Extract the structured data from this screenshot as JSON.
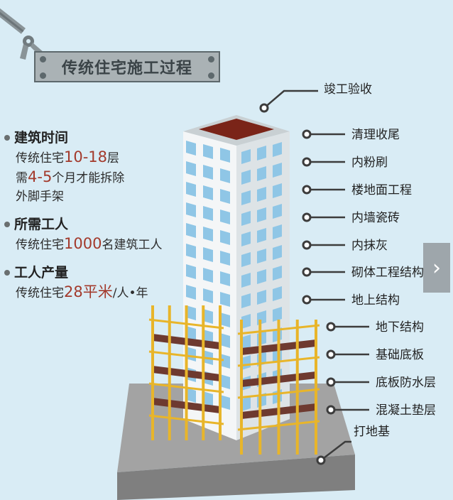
{
  "banner": {
    "title": "传统住宅施工过程"
  },
  "left_info": {
    "time": {
      "heading": "建筑时间",
      "line1_prefix": "传统住宅",
      "line1_value": "10-18",
      "line1_suffix": "层",
      "line2_prefix": "需",
      "line2_value": "4-5",
      "line2_suffix": "个月才能拆除",
      "line3": "外脚手架"
    },
    "workers": {
      "heading": "所需工人",
      "line_prefix": "传统住宅",
      "line_value": "1000",
      "line_suffix": "名建筑工人"
    },
    "output": {
      "heading": "工人产量",
      "line_prefix": "传统住宅",
      "line_value": "28平米",
      "line_suffix": "/人•年"
    }
  },
  "steps": [
    "竣工验收",
    "清理收尾",
    "内粉刷",
    "楼地面工程",
    "内墙瓷砖",
    "内抹灰",
    "砌体工程结构",
    "地上结构",
    "地下结构",
    "基础底板",
    "底板防水层",
    "混凝土垫层",
    "打地基"
  ],
  "colors": {
    "background": "#d9ecf5",
    "highlight": "#a33a2c",
    "scaffold": "#e8b52a",
    "roof": "#7a2418",
    "window": "#8fc6e6",
    "slab": "#6e3a30",
    "ground": "#a3a3a3"
  },
  "icons": {
    "next": "chevron-right-icon",
    "claw": "claw-icon"
  }
}
